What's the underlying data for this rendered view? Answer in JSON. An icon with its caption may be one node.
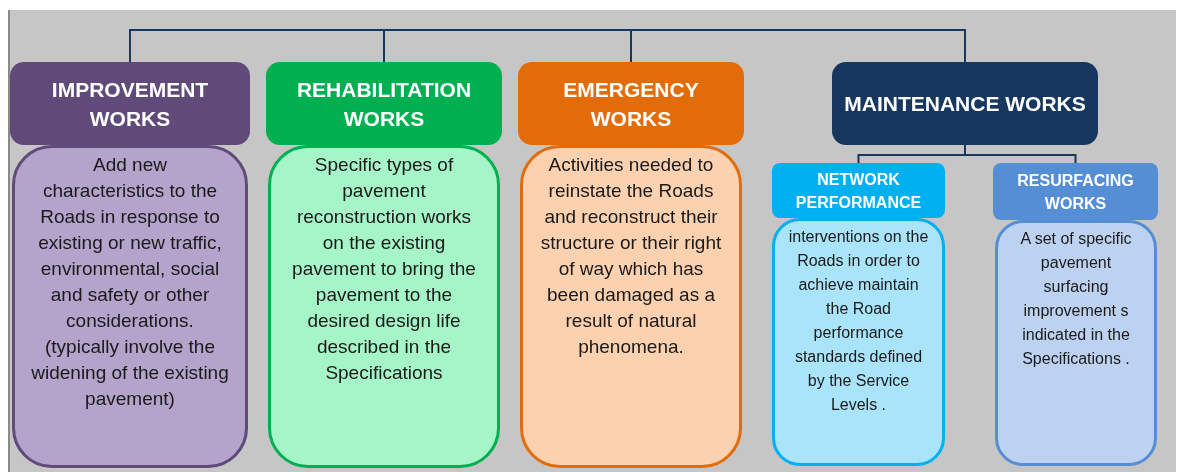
{
  "diagram": {
    "nodes": [
      {
        "text": [
          "IMPROVEMENT WORKS"
        ]
      },
      {
        "text": [
          "Add new characteristics to the Roads in response to existing or new traffic, environmental, social and safety or other considerations. (typically involve the widening of the existing pavement)"
        ]
      },
      {
        "text": [
          "REHABILITATION WORKS"
        ]
      },
      {
        "text": [
          "Specific types of pavement reconstruction works on the existing pavement to bring the pavement to the desired design life described in the Specifications"
        ]
      },
      {
        "text": [
          "EMERGENCY WORKS"
        ]
      },
      {
        "text": [
          "Activities needed to reinstate the Roads and reconstruct their structure or their right of way which has been damaged as a result of natural phenomena."
        ]
      },
      {
        "text": [
          "MAINTENANCE WORKS"
        ]
      },
      {
        "text": [
          "NETWORK PERFORMANCE"
        ]
      },
      {
        "text": [
          "interventions on the Roads in order to achieve maintain the Road performance standards defined by the Service Levels ."
        ]
      },
      {
        "text": [
          "RESURFACING WORKS"
        ]
      },
      {
        "text": [
          "A set of specific pavement surfacing improvement s indicated in the Specifications ."
        ]
      }
    ],
    "edges": [
      {
        "from": 0,
        "to": 2,
        "arrow": "none"
      },
      {
        "from": 2,
        "to": 4,
        "arrow": "none"
      },
      {
        "from": 4,
        "to": 6,
        "arrow": "none"
      },
      {
        "from": 6,
        "to": 7,
        "arrow": "none"
      },
      {
        "from": 6,
        "to": 9,
        "arrow": "none"
      }
    ]
  }
}
